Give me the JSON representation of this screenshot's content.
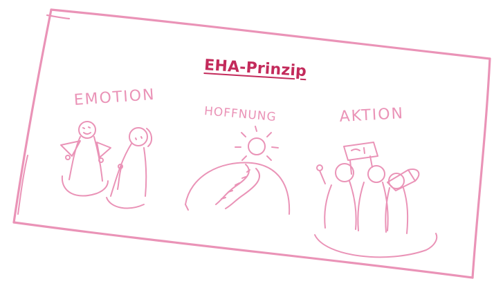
{
  "title": "EHA-Prinzip",
  "columns": [
    {
      "label": "EMOTION"
    },
    {
      "label": "HOFFNUNG"
    },
    {
      "label": "AKTION"
    }
  ],
  "colors": {
    "title": "#c32a5b",
    "sketch": "#ea93b7",
    "background": "#ffffff"
  }
}
